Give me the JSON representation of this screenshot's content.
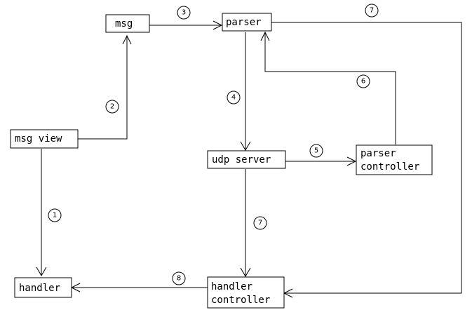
{
  "nodes": {
    "msg": {
      "lines": [
        "msg"
      ]
    },
    "parser": {
      "lines": [
        "parser"
      ]
    },
    "msg_view": {
      "lines": [
        "msg view"
      ]
    },
    "udp_server": {
      "lines": [
        "udp server"
      ]
    },
    "parser_controller": {
      "lines": [
        "parser",
        "controller"
      ]
    },
    "handler": {
      "lines": [
        "handler"
      ]
    },
    "handler_controller": {
      "lines": [
        "handler",
        "controller"
      ]
    }
  },
  "edges": {
    "msgview_to_handler": {
      "step": "1"
    },
    "msgview_to_msg": {
      "step": "2"
    },
    "msg_to_parser": {
      "step": "3"
    },
    "parser_to_udp": {
      "step": "4"
    },
    "udp_to_parsercontroller": {
      "step": "5"
    },
    "parsercontroller_to_parser": {
      "step": "6"
    },
    "parser_to_handlercontroller": {
      "step": "7"
    },
    "udp_to_handlercontroller": {
      "step": "7"
    },
    "handlercontroller_to_handler": {
      "step": "8"
    }
  },
  "colors": {
    "stroke": "#000000",
    "background": "#ffffff"
  }
}
